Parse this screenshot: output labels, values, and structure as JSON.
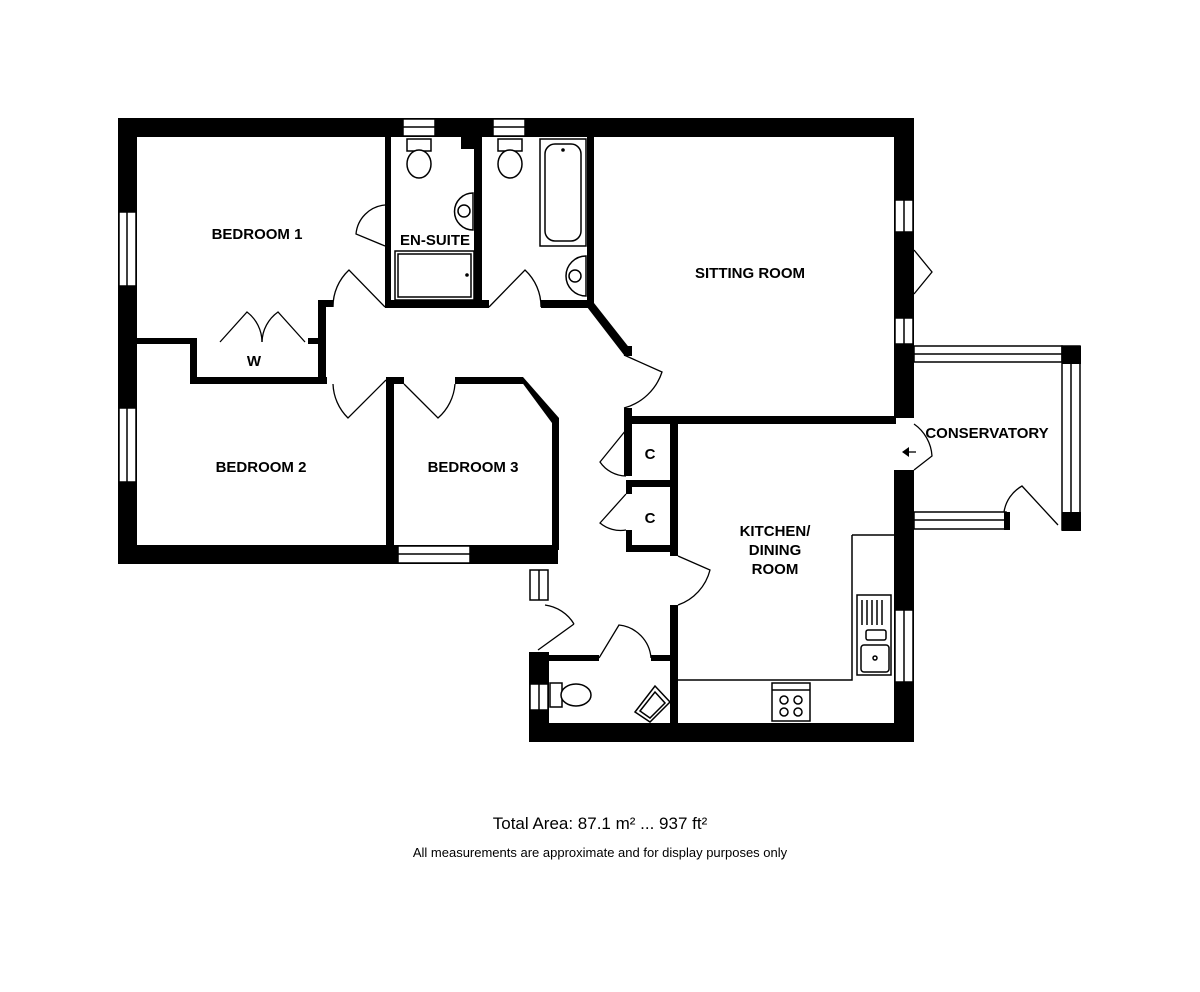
{
  "rooms": {
    "bedroom_1": "BEDROOM 1",
    "en_suite": "EN-SUITE",
    "sitting_room": "SITTING ROOM",
    "wardrobe": "W",
    "bedroom_2": "BEDROOM 2",
    "bedroom_3": "BEDROOM 3",
    "cupboard_1": "C",
    "cupboard_2": "C",
    "conservatory": "CONSERVATORY",
    "kitchen_line_1": "KITCHEN/",
    "kitchen_line_2": "DINING",
    "kitchen_line_3": "ROOM"
  },
  "footer": {
    "total_area": "Total Area: 87.1 m² ... 937 ft²",
    "disclaimer": "All measurements are approximate and for display purposes only"
  }
}
